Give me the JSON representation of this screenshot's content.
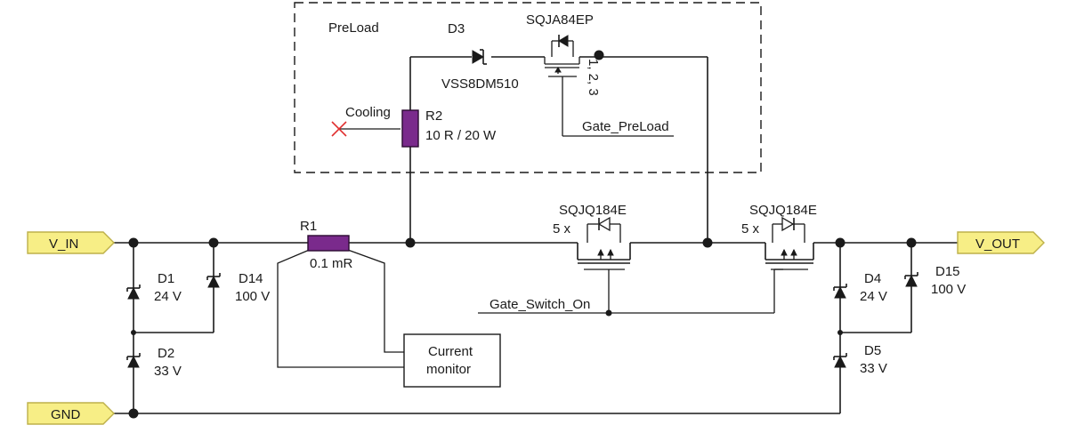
{
  "colors": {
    "port_fill": "#f7ee86",
    "resistor_fill": "#7a2a8c",
    "cooling_marker": "#e03030",
    "wire": "#1a1a1a"
  },
  "preload": {
    "label": "PreLoad",
    "cooling_label": "Cooling",
    "r2_name": "R2",
    "r2_value": "10 R / 20 W",
    "d3_name": "D3",
    "d3_part": "VSS8DM510",
    "mosfet_part": "SQJA84EP",
    "pins_label": "1, 2, 3",
    "gate_label": "Gate_PreLoad"
  },
  "ports": {
    "vin": "V_IN",
    "gnd": "GND",
    "vout": "V_OUT"
  },
  "input_protection": {
    "d1_name": "D1",
    "d1_value": "24 V",
    "d14_name": "D14",
    "d14_value": "100 V",
    "d2_name": "D2",
    "d2_value": "33 V"
  },
  "shunt": {
    "r1_name": "R1",
    "r1_value": "0.1 mR",
    "monitor_line1": "Current",
    "monitor_line2": "monitor"
  },
  "switch": {
    "left_part": "SQJQ184E",
    "left_count": "5 x",
    "right_part": "SQJQ184E",
    "right_count": "5 x",
    "gate_label": "Gate_Switch_On"
  },
  "output_protection": {
    "d4_name": "D4",
    "d4_value": "24 V",
    "d15_name": "D15",
    "d15_value": "100 V",
    "d5_name": "D5",
    "d5_value": "33 V"
  }
}
